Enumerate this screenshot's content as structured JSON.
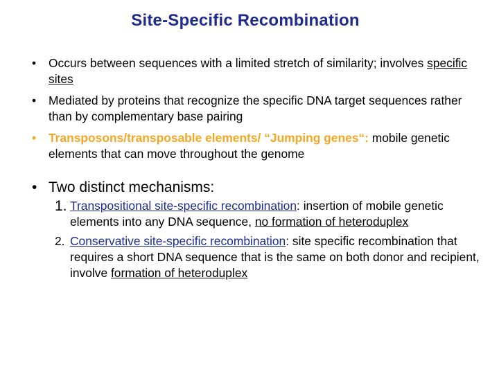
{
  "slide": {
    "title": "Site-Specific Recombination",
    "bullet_marker": "•",
    "bullets": [
      {
        "text": "Occurs between sequences with a limited stretch of similarity; involves ",
        "underlined": "specific sites"
      },
      {
        "text": "Mediated by proteins that recognize the specific DNA target sequences rather than by complementary base pairing"
      },
      {
        "highlight": "Transposons/transposable elements/ “Jumping genes“:",
        "text": " mobile genetic elements that can move throughout the genome",
        "highlight_color": "#f5a623"
      },
      {
        "text": "Two distinct mechanisms:"
      }
    ],
    "mechanisms": [
      {
        "number": "1.",
        "link": "Transpositional site-specific recombination",
        "text": ": insertion of mobile genetic elements into any DNA sequence, ",
        "underlined": "no formation of heteroduplex"
      },
      {
        "number": "2.",
        "link": "Conservative site-specific recombination",
        "text": ": site specific recombination that requires a short DNA sequence that is the same on both donor and recipient, involve ",
        "underlined": "formation of heteroduplex"
      }
    ],
    "colors": {
      "title": "#1f2c8f",
      "link": "#1f2c8f",
      "highlight": "#f5a623",
      "background": "#ffffff"
    }
  }
}
